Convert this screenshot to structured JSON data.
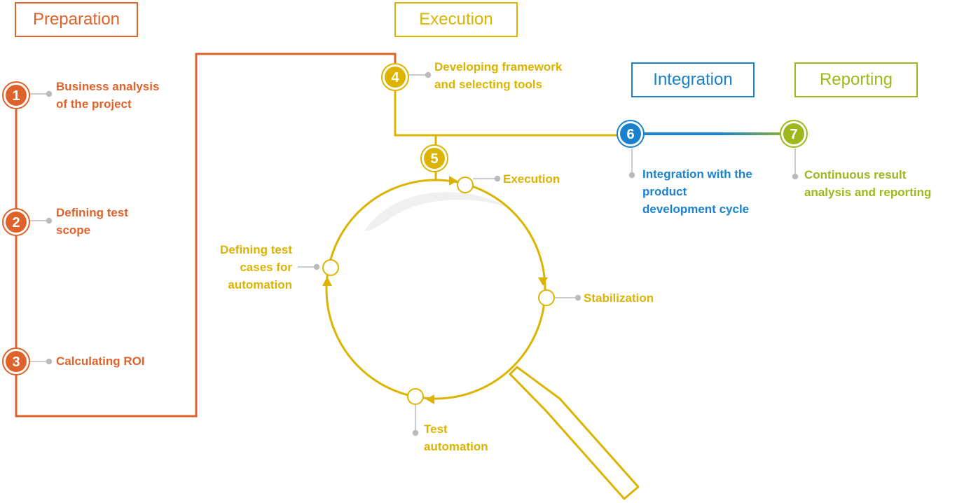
{
  "phases": {
    "preparation": {
      "title": "Preparation",
      "color": "#e0622b"
    },
    "execution": {
      "title": "Execution",
      "color": "#dcb400"
    },
    "integration": {
      "title": "Integration",
      "color": "#1a82cc"
    },
    "reporting": {
      "title": "Reporting",
      "color": "#9cb81d"
    }
  },
  "steps": [
    {
      "number": "1",
      "lines": [
        "Business analysis",
        "of the project"
      ]
    },
    {
      "number": "2",
      "lines": [
        "Defining test",
        "scope"
      ]
    },
    {
      "number": "3",
      "lines": [
        "Calculating ROI"
      ]
    },
    {
      "number": "4",
      "lines": [
        "Developing framework",
        "and selecting tools"
      ]
    },
    {
      "number": "5",
      "lines": []
    },
    {
      "number": "6",
      "lines": [
        "Integration with the",
        "product",
        "development cycle"
      ]
    },
    {
      "number": "7",
      "lines": [
        "Continuous result",
        "analysis and reporting"
      ]
    }
  ],
  "cycle": {
    "execution": "Execution",
    "stabilization": "Stabilization",
    "test_automation": [
      "Test",
      "automation"
    ],
    "defining_cases": [
      "Defining test",
      "cases for",
      "automation"
    ]
  }
}
